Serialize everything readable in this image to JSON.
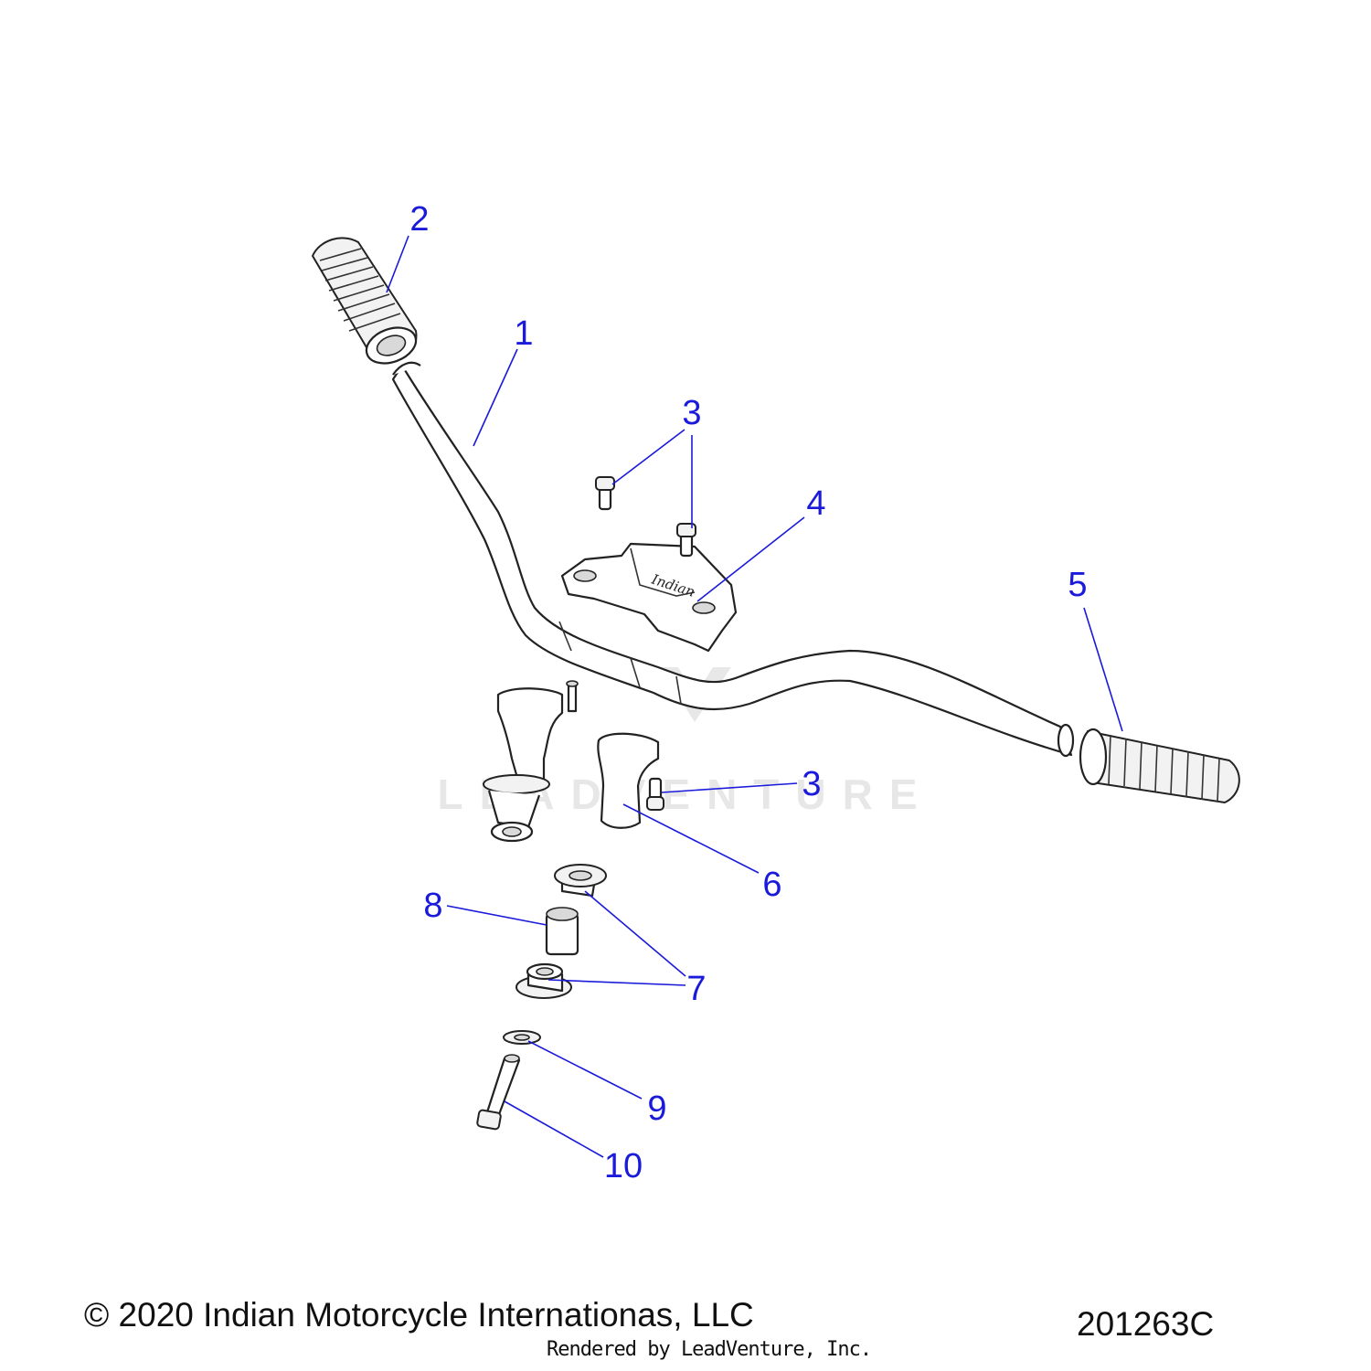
{
  "diagram": {
    "callouts": [
      {
        "id": "callout-1",
        "label": "1"
      },
      {
        "id": "callout-2",
        "label": "2"
      },
      {
        "id": "callout-3a",
        "label": "3"
      },
      {
        "id": "callout-3b",
        "label": "3"
      },
      {
        "id": "callout-4",
        "label": "4"
      },
      {
        "id": "callout-5",
        "label": "5"
      },
      {
        "id": "callout-6",
        "label": "6"
      },
      {
        "id": "callout-7",
        "label": "7"
      },
      {
        "id": "callout-8",
        "label": "8"
      },
      {
        "id": "callout-9",
        "label": "9"
      },
      {
        "id": "callout-10",
        "label": "10"
      }
    ],
    "emblem_text": "Indian",
    "watermark": "LEADVENTURE"
  },
  "footer": {
    "copyright": "© 2020 Indian Motorcycle Internationas, LLC",
    "diagram_code": "201263C",
    "rendered_by": "Rendered by LeadVenture, Inc."
  },
  "colors": {
    "callout": "#1a1adb",
    "outline": "#222222"
  }
}
